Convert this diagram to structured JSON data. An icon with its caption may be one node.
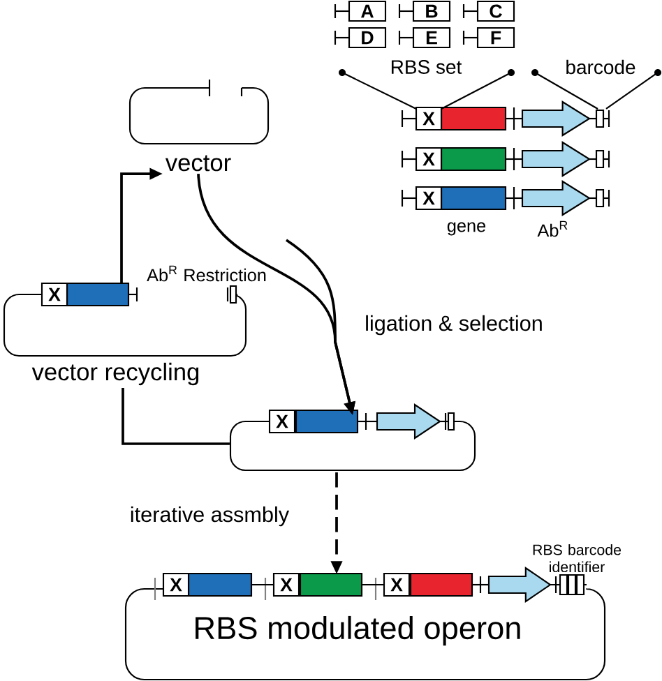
{
  "diagram": {
    "nodes": [
      {
        "text": [
          "A"
        ]
      },
      {
        "text": [
          "B"
        ]
      },
      {
        "text": [
          "C"
        ]
      },
      {
        "text": [
          "D"
        ]
      },
      {
        "text": [
          "E"
        ]
      },
      {
        "text": [
          "F"
        ]
      },
      {
        "text": [
          "vector"
        ]
      },
      {
        "text": [
          "X"
        ]
      },
      {
        "text": [
          "X"
        ]
      },
      {
        "text": [
          "X"
        ]
      },
      {
        "text": [
          "vector recycling"
        ]
      },
      {
        "text": [
          "X"
        ],
        "in": 10
      },
      {
        "text": [],
        "shape": "box"
      },
      {
        "text": [
          "X"
        ],
        "in": 12
      },
      {
        "text": [
          "RBS modulated operon"
        ]
      },
      {
        "text": [
          "X"
        ],
        "in": 14
      },
      {
        "text": [
          "X"
        ],
        "in": 14
      },
      {
        "text": [
          "X"
        ],
        "in": 14
      }
    ],
    "edges": [
      {
        "from": 6,
        "to": 12,
        "arrow": "to"
      },
      {
        "from": null,
        "to": 12,
        "arrow": "to",
        "label": "ligation & selection"
      },
      {
        "from": 12,
        "to": 10,
        "arrow": "none"
      },
      {
        "from": 10,
        "to": 6,
        "arrow": "to"
      },
      {
        "from": 12,
        "to": 14,
        "arrow": "to",
        "style": "dashed",
        "label": "iterative assmbly"
      }
    ],
    "labels": [
      "RBS set",
      "barcode",
      "gene",
      "Ab$^{R}$",
      "Ab$^{R}$ Restriction",
      "RBS barcode identifier"
    ]
  }
}
